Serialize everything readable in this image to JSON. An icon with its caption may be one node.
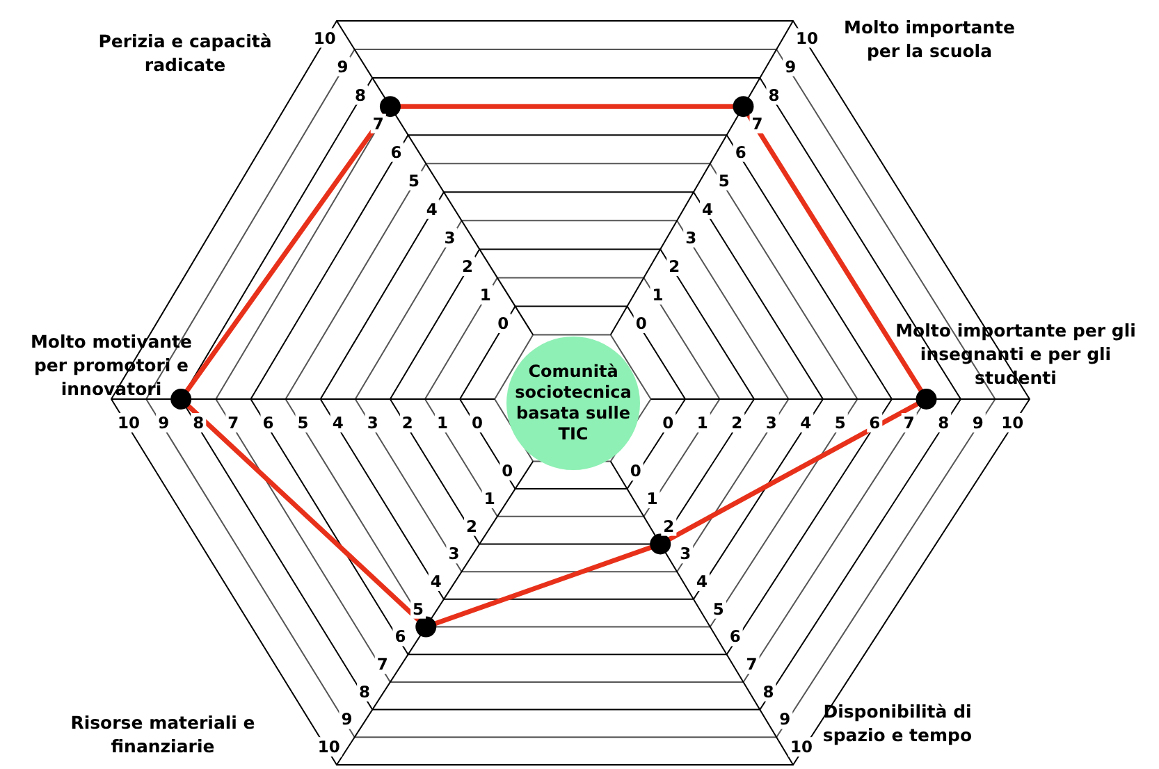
{
  "diagram": {
    "nodes": [
      {
        "text": [
          "Comunità sociotecnica basata sulle TIC"
        ]
      }
    ],
    "labels": [
      "Perizia e capacità radicate",
      "Molto importante per la scuola",
      "Molto importante per gli insegnanti e per gli studenti",
      "Disponibilità di spazio e tempo",
      "Risorse materiali e finanziarie",
      "Molto motivante per promotori e innovatori",
      "0",
      "1",
      "2",
      "3",
      "4",
      "5",
      "6",
      "7",
      "8",
      "9",
      "10",
      "0",
      "1",
      "2",
      "3",
      "4",
      "5",
      "6",
      "7",
      "8",
      "9",
      "10",
      "0",
      "1",
      "2",
      "3",
      "4",
      "5",
      "6",
      "7",
      "8",
      "9",
      "10",
      "0",
      "1",
      "2",
      "3",
      "4",
      "5",
      "6",
      "7",
      "8",
      "9",
      "10",
      "0",
      "1",
      "2",
      "3",
      "4",
      "5",
      "6",
      "7",
      "8",
      "9",
      "10",
      "0",
      "1",
      "2",
      "3",
      "4",
      "5",
      "6",
      "7",
      "8",
      "9",
      "10"
    ]
  }
}
